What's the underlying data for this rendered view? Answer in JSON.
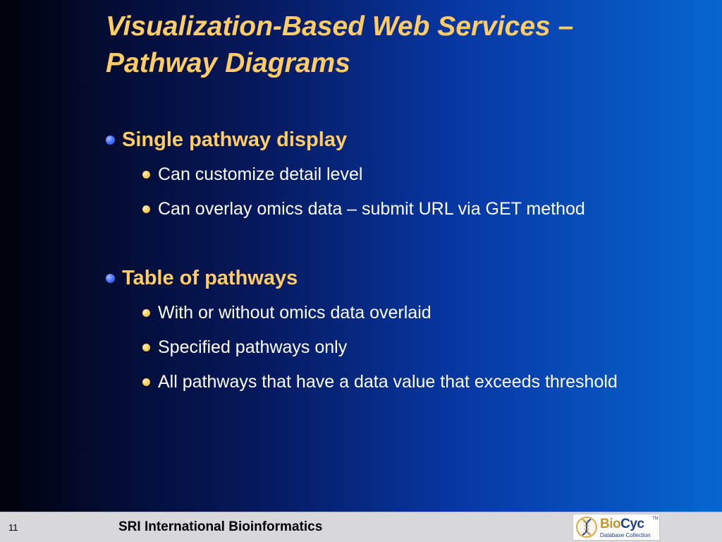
{
  "slide": {
    "title_line1": "Visualization-Based Web Services –",
    "title_line2": "Pathway Diagrams",
    "sections": [
      {
        "heading": "Single pathway display",
        "items": [
          "Can customize detail level",
          "Can overlay omics data – submit URL via GET method"
        ]
      },
      {
        "heading": "Table of pathways",
        "items": [
          "With or without omics data overlaid",
          "Specified pathways only",
          "All pathways that have a data value that exceeds threshold"
        ]
      }
    ]
  },
  "footer": {
    "slide_number": "11",
    "organization": "SRI International Bioinformatics",
    "logo": {
      "bio": "Bio",
      "cyc": "Cyc",
      "tm": "TM",
      "subtitle": "Database Collection",
      "icon": "dna-helix-icon"
    }
  },
  "colors": {
    "title": "#ffcc66",
    "body_text": "#ffffff",
    "bullet_level1": "#4a78ff",
    "bullet_level2": "#ffd166",
    "footer_bg": "#d7d7dc"
  }
}
